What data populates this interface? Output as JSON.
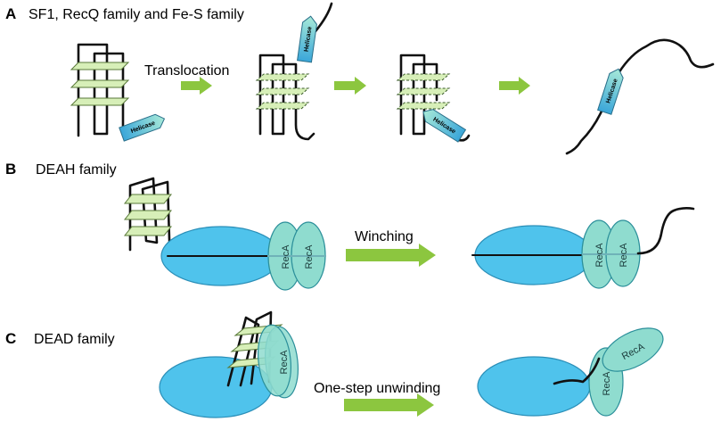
{
  "panels": [
    {
      "letter": "A",
      "title": "SF1, RecQ family and Fe-S family"
    },
    {
      "letter": "B",
      "title": "DEAH family"
    },
    {
      "letter": "C",
      "title": "DEAD family"
    }
  ],
  "steps": {
    "translocation": "Translocation",
    "winching": "Winching",
    "one_step": "One-step unwinding"
  },
  "labels": {
    "helicase": "Helicase",
    "reca": "RecA"
  },
  "colors": {
    "arrow_green": "#8cc63f",
    "helicase_blue": "#3aa6d9",
    "helicase_teal": "#a8ead8",
    "body_blue": "#4fc3ec",
    "reca_teal": "#8fdccf",
    "quartet_green": "#d7efb8"
  }
}
